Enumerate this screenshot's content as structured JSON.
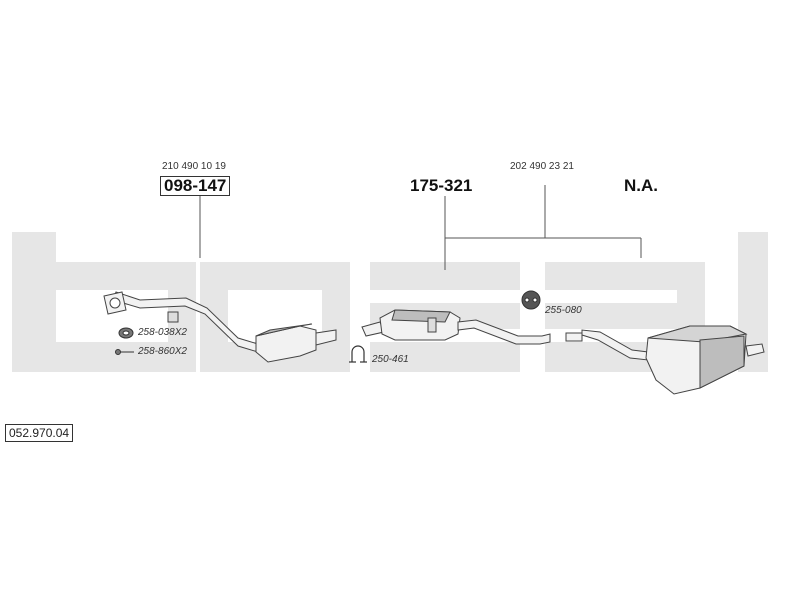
{
  "watermark": {
    "text": "bosal",
    "color": "#e6e6e6"
  },
  "groups": [
    {
      "part_no": "098-147",
      "oe_ref": "210 490 10 19"
    },
    {
      "part_no": "175-321",
      "oe_ref": "202 490 23 21"
    },
    {
      "part_no": "N.A."
    }
  ],
  "accessories": [
    {
      "code": "258-038X2",
      "icon": "rubber-mount-icon"
    },
    {
      "code": "258-860X2",
      "icon": "bolt-icon"
    },
    {
      "code": "250-461",
      "icon": "clamp-icon"
    },
    {
      "code": "255-080",
      "icon": "hanger-icon"
    }
  ],
  "diagram_code": "052.970.04",
  "colors": {
    "line": "#555555",
    "part_fill": "#f2f2f2",
    "part_shade": "#bdbdbd"
  }
}
